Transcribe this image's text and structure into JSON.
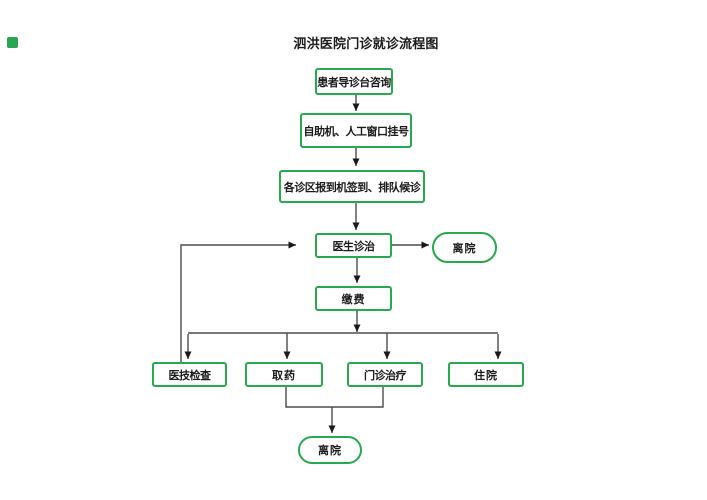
{
  "title": "泗洪医院门诊就诊流程图",
  "colors": {
    "node_border": "#28a84f",
    "corner_mark": "#2aa652",
    "line": "#4d4d4d",
    "arrow": "#1a1a1a",
    "text": "#1a1a1a"
  },
  "flowchart": {
    "nodes": {
      "consult": {
        "label": "患者导诊台咨询",
        "shape": "rect"
      },
      "register": {
        "label": "自助机、人工窗口挂号",
        "shape": "rect"
      },
      "checkin": {
        "label": "各诊区报到机签到、排队候诊",
        "shape": "rect"
      },
      "doctor": {
        "label": "医生诊治",
        "shape": "rect"
      },
      "leave_top": {
        "label": "离院",
        "shape": "stadium"
      },
      "pay": {
        "label": "缴费",
        "shape": "rect"
      },
      "exam": {
        "label": "医技检查",
        "shape": "rect"
      },
      "medicine": {
        "label": "取药",
        "shape": "rect"
      },
      "treatment": {
        "label": "门诊治疗",
        "shape": "rect"
      },
      "hospitalize": {
        "label": "住院",
        "shape": "rect"
      },
      "leave_bottom": {
        "label": "离院",
        "shape": "stadium"
      }
    }
  }
}
